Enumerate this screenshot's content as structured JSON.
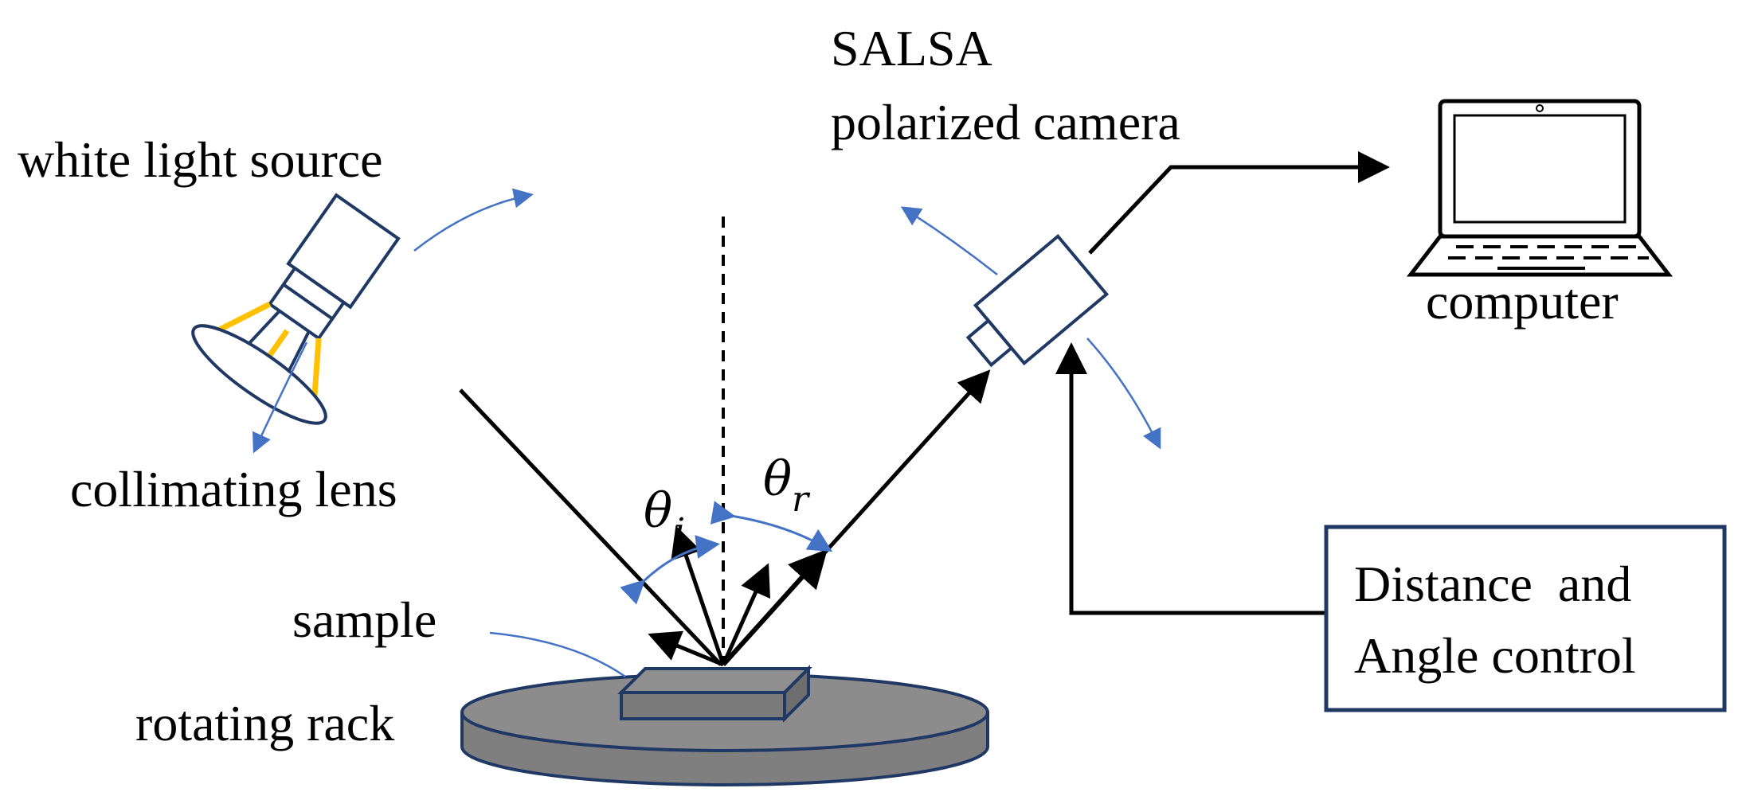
{
  "labels": {
    "light_source": "white light source",
    "camera_line1": "SALSA",
    "camera_line2": "polarized camera",
    "computer": "computer",
    "lens": "collimating lens",
    "sample": "sample",
    "rack": "rotating rack",
    "control_line1": "Distance  and",
    "control_line2": "Angle control",
    "theta_i": "θ",
    "theta_i_sub": "i",
    "theta_r": "θ",
    "theta_r_sub": "r"
  },
  "colors": {
    "outline": "#1f3864",
    "line": "#000000",
    "accent_blue": "#4472c4",
    "lens_rays": "#ffc000",
    "rack_fill": "#7f7f7f",
    "sample_fill": "#808080"
  },
  "icons": [
    "laptop-icon",
    "camera-icon",
    "lamp-icon"
  ]
}
